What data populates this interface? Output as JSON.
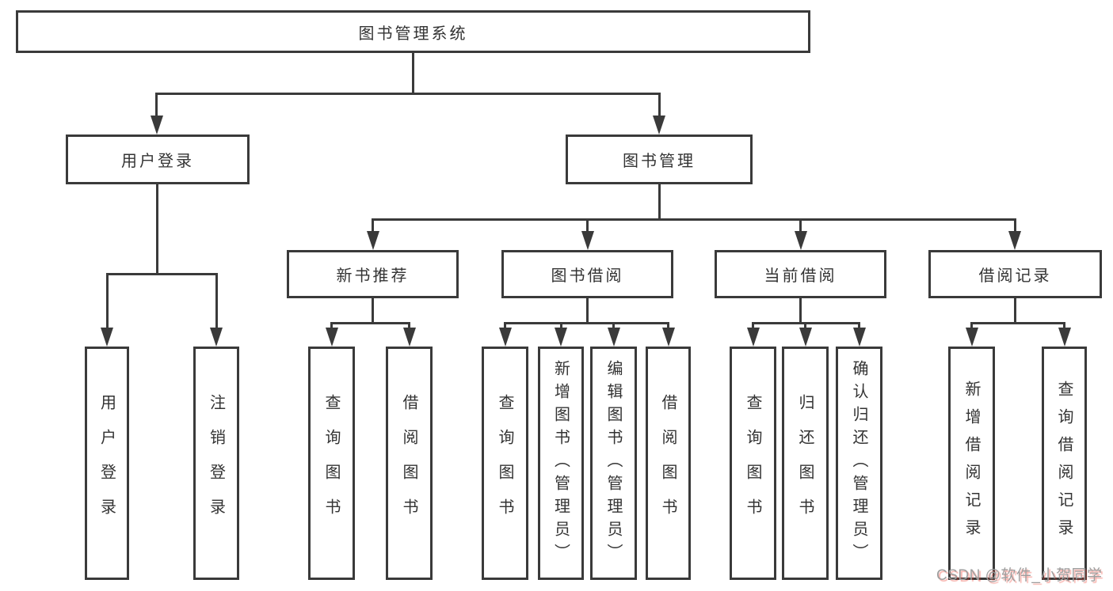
{
  "diagram": {
    "tree": {
      "label": "图书管理系统",
      "children": [
        {
          "label": "用户登录",
          "children": [
            {
              "label": "用户登录"
            },
            {
              "label": "注销登录"
            }
          ]
        },
        {
          "label": "图书管理",
          "children": [
            {
              "label": "新书推荐",
              "children": [
                {
                  "label": "查询图书"
                },
                {
                  "label": "借阅图书"
                }
              ]
            },
            {
              "label": "图书借阅",
              "children": [
                {
                  "label": "查询图书"
                },
                {
                  "label": "新增图书（管理员）"
                },
                {
                  "label": "编辑图书（管理员）"
                },
                {
                  "label": "借阅图书"
                }
              ]
            },
            {
              "label": "当前借阅",
              "children": [
                {
                  "label": "查询图书"
                },
                {
                  "label": "归还图书"
                },
                {
                  "label": "确认归还（管理员）"
                }
              ]
            },
            {
              "label": "借阅记录",
              "children": [
                {
                  "label": "新增借阅记录"
                },
                {
                  "label": "查询借阅记录"
                }
              ]
            }
          ]
        }
      ]
    },
    "colors": {
      "line": "#3a3a3a",
      "text": "#333333",
      "background": "#ffffff",
      "watermark": "#9e9e9e",
      "watermark_accent": "#ea3323"
    }
  },
  "watermark": {
    "text": "CSDN @软件_小贺同学"
  }
}
